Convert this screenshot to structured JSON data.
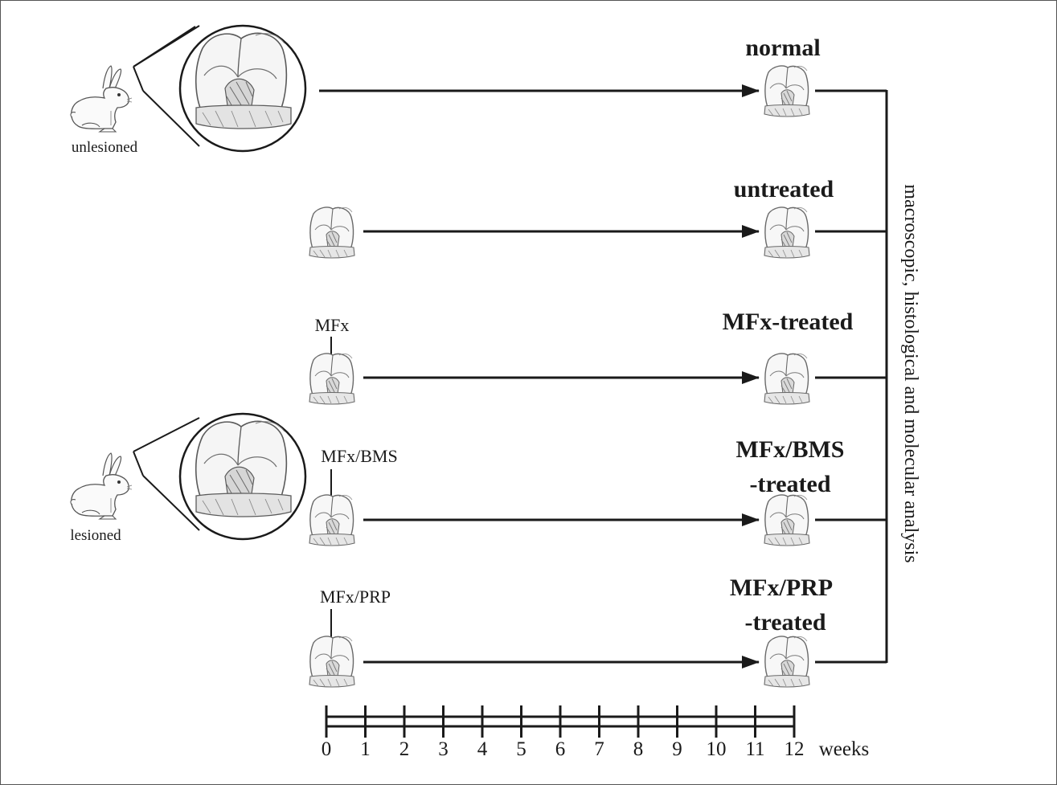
{
  "subjects": {
    "unlesioned": "unlesioned",
    "lesioned": "lesioned"
  },
  "groups": [
    {
      "id": "normal",
      "title_lines": [
        "normal"
      ],
      "intervention": ""
    },
    {
      "id": "untreated",
      "title_lines": [
        "untreated"
      ],
      "intervention": ""
    },
    {
      "id": "mfx",
      "title_lines": [
        "MFx-treated"
      ],
      "intervention": "MFx"
    },
    {
      "id": "mfx-bms",
      "title_lines": [
        "MFx/BMS",
        "-treated"
      ],
      "intervention": "MFx/BMS"
    },
    {
      "id": "mfx-prp",
      "title_lines": [
        "MFx/PRP",
        "-treated"
      ],
      "intervention": "MFx/PRP"
    }
  ],
  "analysis_label": "macroscopic, histological and molecular analysis",
  "timeline": {
    "ticks": [
      "0",
      "1",
      "2",
      "3",
      "4",
      "5",
      "6",
      "7",
      "8",
      "9",
      "10",
      "11",
      "12"
    ],
    "unit": "weeks"
  },
  "colors": {
    "line": "#1a1a1a",
    "knee_fill": "#f4f4f4",
    "knee_stroke": "#777777"
  },
  "icons": {
    "rabbit": "rabbit-icon",
    "knee": "knee-joint-icon",
    "magnifier": "magnified-knee-icon"
  }
}
